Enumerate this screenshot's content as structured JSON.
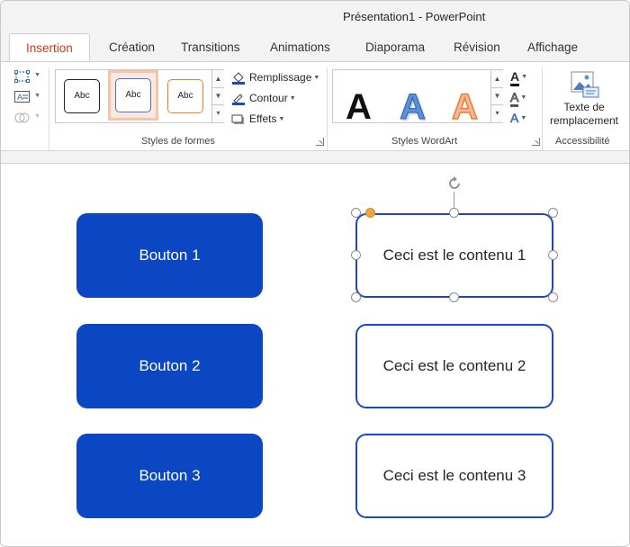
{
  "window": {
    "title": "Présentation1  -  PowerPoint"
  },
  "tabs": [
    {
      "label": "Insertion",
      "active": true
    },
    {
      "label": "Création",
      "active": false
    },
    {
      "label": "Transitions",
      "active": false
    },
    {
      "label": "Animations",
      "active": false
    },
    {
      "label": "Diaporama",
      "active": false
    },
    {
      "label": "Révision",
      "active": false
    },
    {
      "label": "Affichage",
      "active": false
    }
  ],
  "ribbon": {
    "shape_styles": {
      "label": "Styles de formes",
      "thumbs": [
        "Abc",
        "Abc",
        "Abc"
      ],
      "fill_label": "Remplissage",
      "outline_label": "Contour",
      "effects_label": "Effets"
    },
    "wordart": {
      "label": "Styles WordArt",
      "letters": [
        "A",
        "A",
        "A"
      ],
      "text_fill_letter": "A",
      "text_outline_letter": "A",
      "text_effects_letter": "A"
    },
    "accessibility": {
      "label": "Accessibilité",
      "alt_text_line1": "Texte de",
      "alt_text_line2": "remplacement"
    }
  },
  "slide": {
    "buttons": [
      "Bouton 1",
      "Bouton 2",
      "Bouton 3"
    ],
    "contents": [
      "Ceci est le contenu 1",
      "Ceci est le contenu 2",
      "Ceci est le contenu 3"
    ]
  },
  "colors": {
    "accent_tab": "#c43e1c",
    "button_fill": "#0b47c2",
    "content_border": "#1a48c0",
    "selection_adjust_handle": "#f0a540"
  },
  "icons": {
    "edit_shape": "edit-shape-icon",
    "text_box": "text-box-icon",
    "merge_shapes": "merge-shapes-icon",
    "rotate": "rotate-handle-icon",
    "alt_text": "alt-text-picture-icon"
  }
}
